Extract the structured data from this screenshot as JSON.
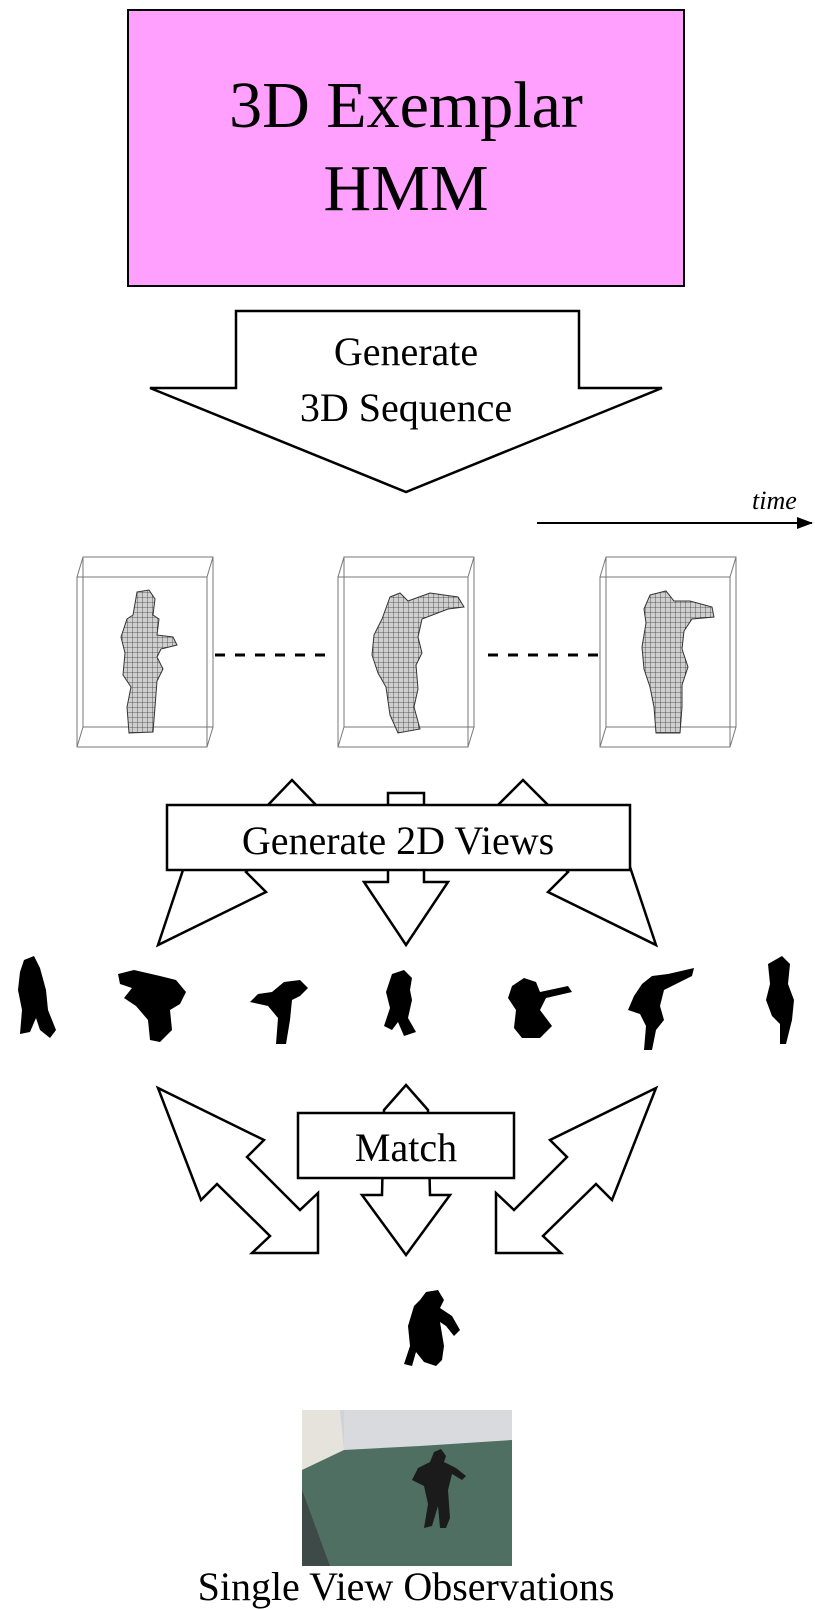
{
  "model_box": {
    "line1": "3D Exemplar",
    "line2": "HMM",
    "fill": "#ff9ffe"
  },
  "generate_arrow": {
    "line1": "Generate",
    "line2": "3D Sequence"
  },
  "time_arrow": {
    "label": "time"
  },
  "views_box": {
    "label": "Generate 2D Views"
  },
  "match_box": {
    "label": "Match"
  },
  "caption": "Single View Observations",
  "colors": {
    "ink": "#000000",
    "voxel": "#9a9a9a",
    "floor": "#4f6f62",
    "wall": "#cfd2d6"
  }
}
